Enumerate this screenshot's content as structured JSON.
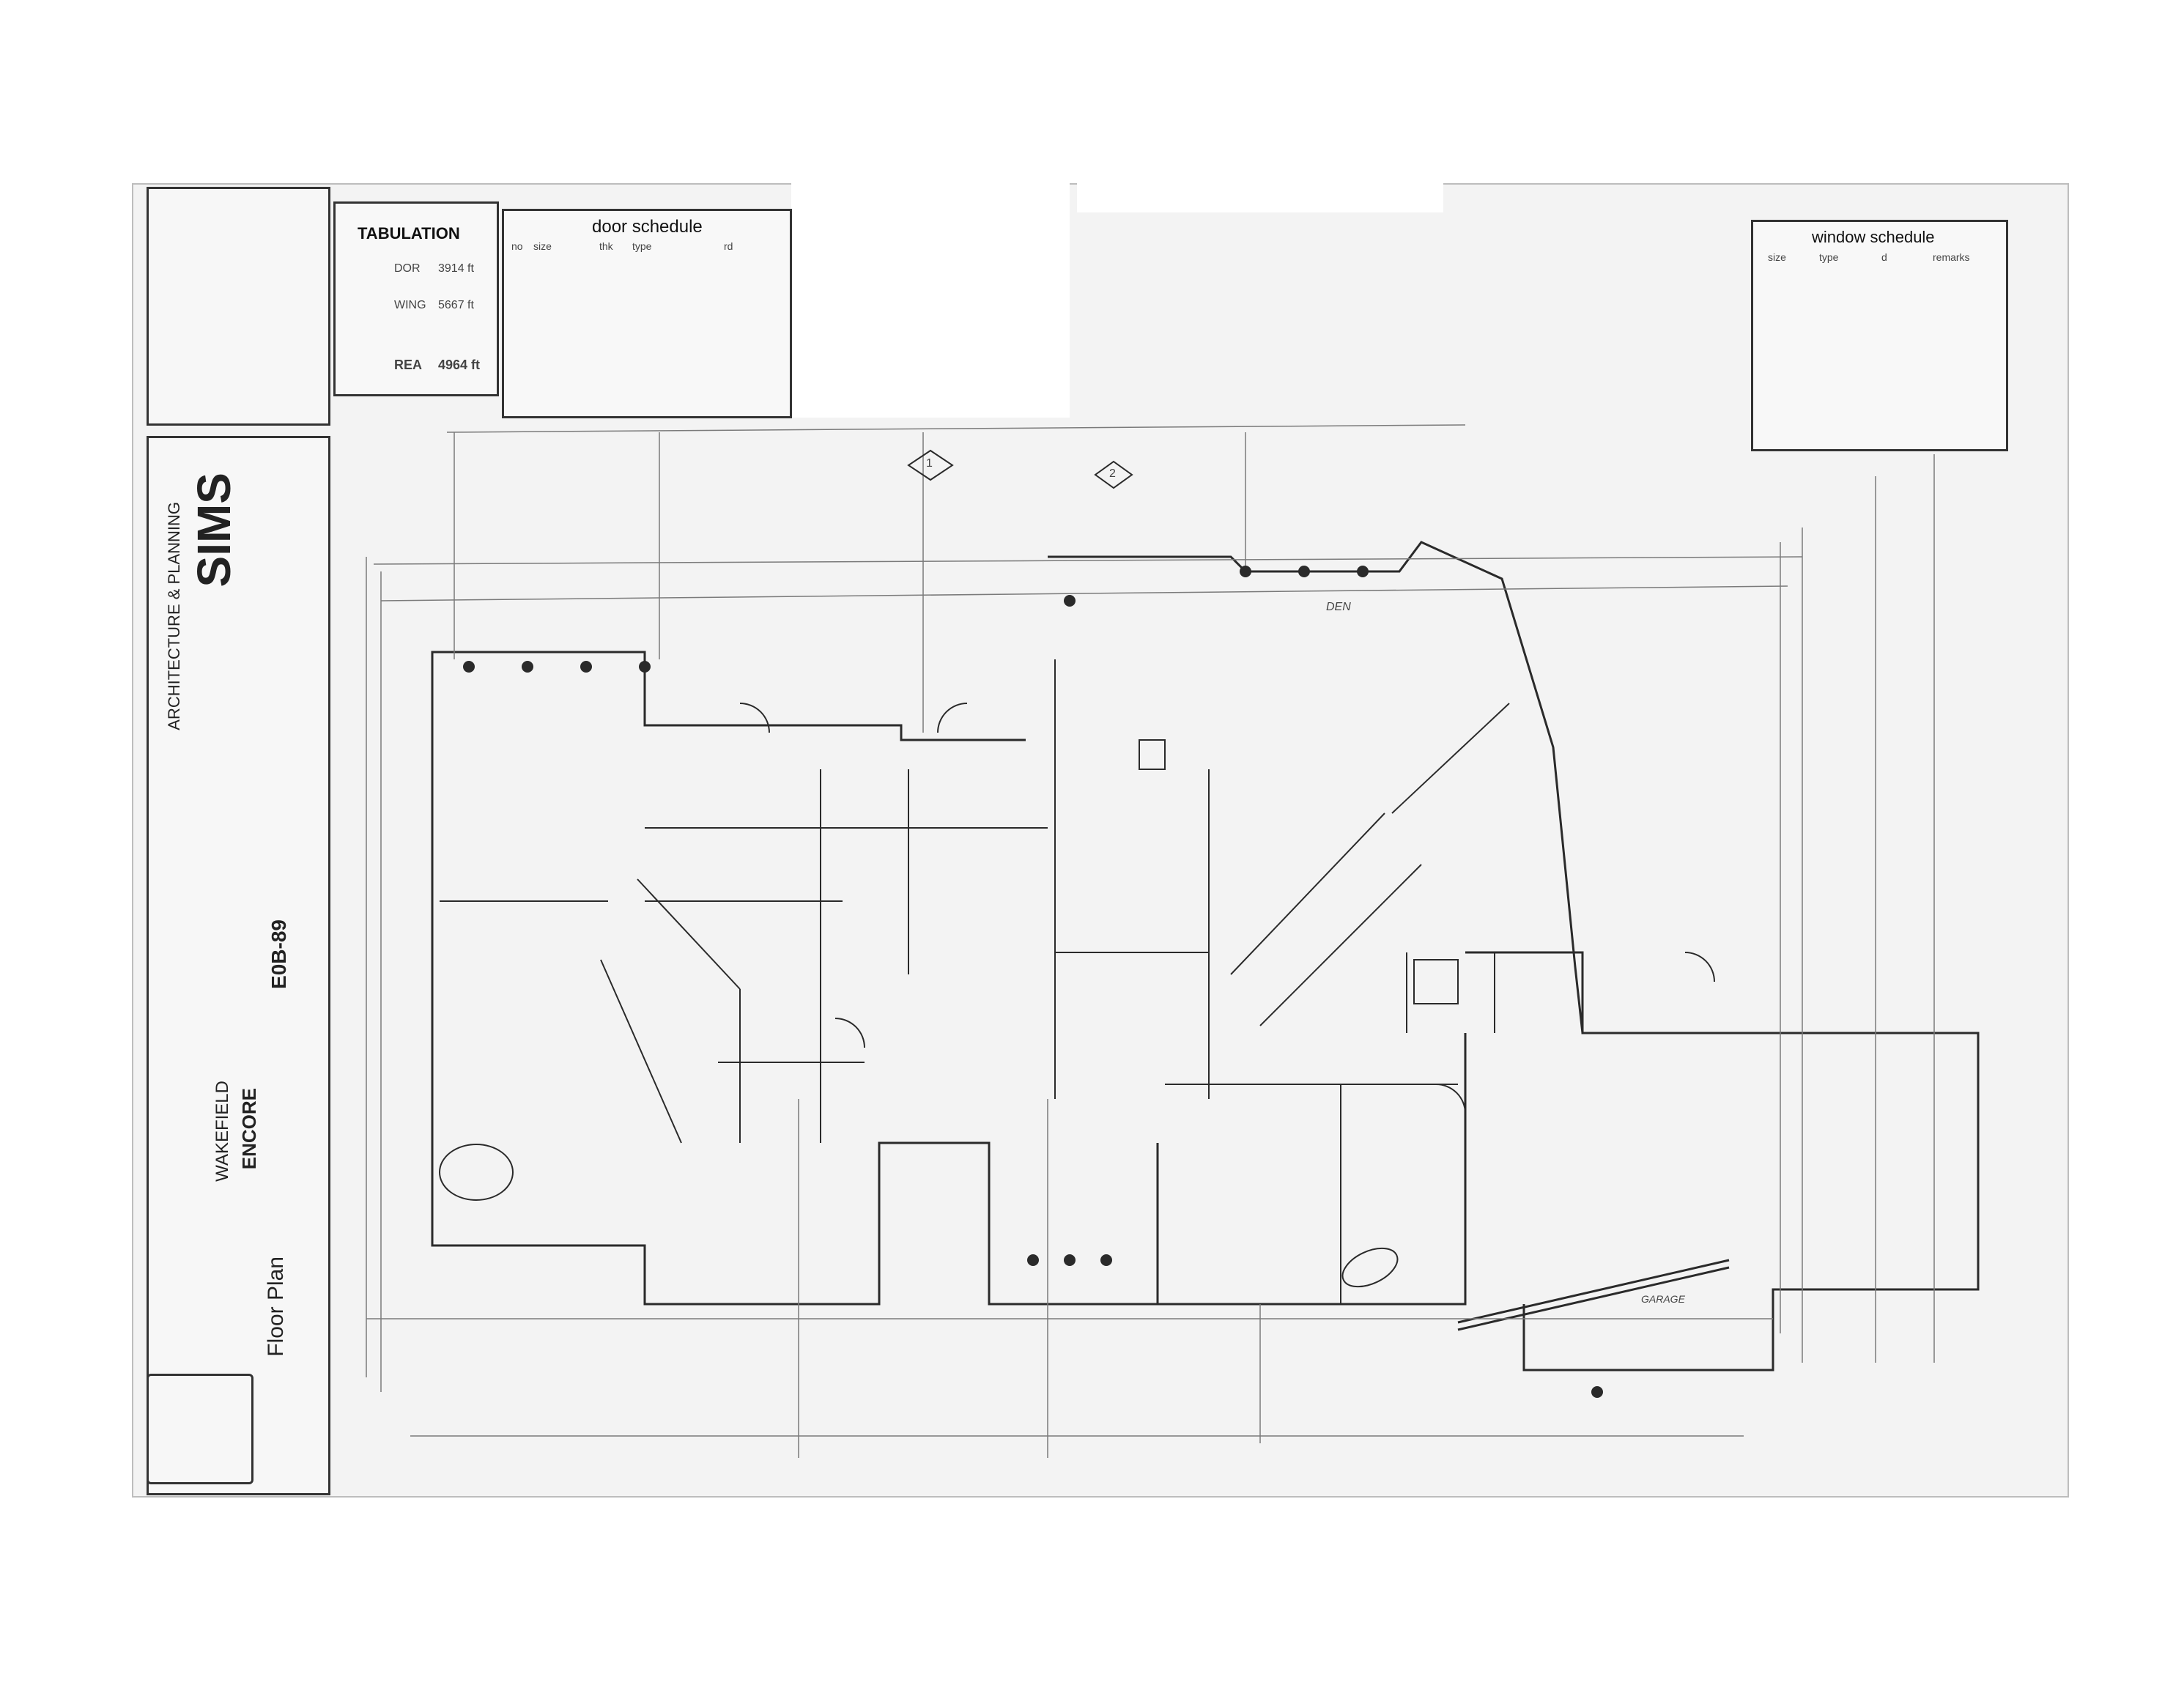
{
  "title_block": {
    "firm_name": "SIMS",
    "firm_tagline": "ARCHITECTURE & PLANNING",
    "project_number": "E0B-89",
    "project_name": "ENCORE",
    "project_owner": "WAKEFIELD",
    "sheet_name": "Floor Plan"
  },
  "tabulation": {
    "title": "TABULATION",
    "rows": [
      {
        "label": "DOR",
        "value": "3914 ft"
      },
      {
        "label": "",
        "value": ""
      },
      {
        "label": "WING",
        "value": "5667 ft"
      },
      {
        "label": "REA",
        "value": "4964 ft"
      }
    ]
  },
  "door_schedule": {
    "title": "door schedule",
    "columns": [
      "no",
      "size",
      "thk",
      "type",
      "rd"
    ]
  },
  "window_schedule": {
    "title": "window schedule",
    "columns": [
      "size",
      "type",
      "d",
      "remarks"
    ]
  },
  "rooms": {
    "den": "DEN",
    "garage": "GARAGE"
  },
  "section_markers": [
    "1",
    "2"
  ],
  "colors": {
    "paper": "#f3f3f3",
    "line": "#2a2a2a",
    "faint_line": "#8a8a8a",
    "background": "#ffffff"
  }
}
